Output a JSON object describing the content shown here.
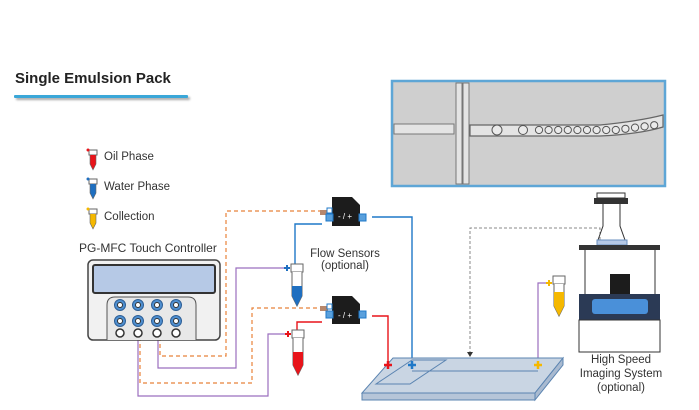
{
  "title": "Single Emulsion Pack",
  "legend": [
    {
      "label": "Oil Phase",
      "color": "#e8141a",
      "icon": "tube-icon"
    },
    {
      "label": "Water Phase",
      "color": "#1f6fc0",
      "icon": "tube-icon"
    },
    {
      "label": "Collection",
      "color": "#f5b800",
      "icon": "tube-icon"
    }
  ],
  "controller": {
    "label": "PG-MFC Touch Controller"
  },
  "flow_sensors": {
    "line1": "Flow Sensors",
    "line2": "(optional)",
    "sensor_text": "- / +"
  },
  "imaging": {
    "line1": "High Speed",
    "line2": "Imaging System",
    "line3": "(optional)"
  },
  "colors": {
    "oil": "#e8141a",
    "water": "#1f78c8",
    "collection": "#f5b800",
    "pressure": "#9b6fbf",
    "signal": "#e8823a",
    "accent": "#3aa7d8"
  }
}
